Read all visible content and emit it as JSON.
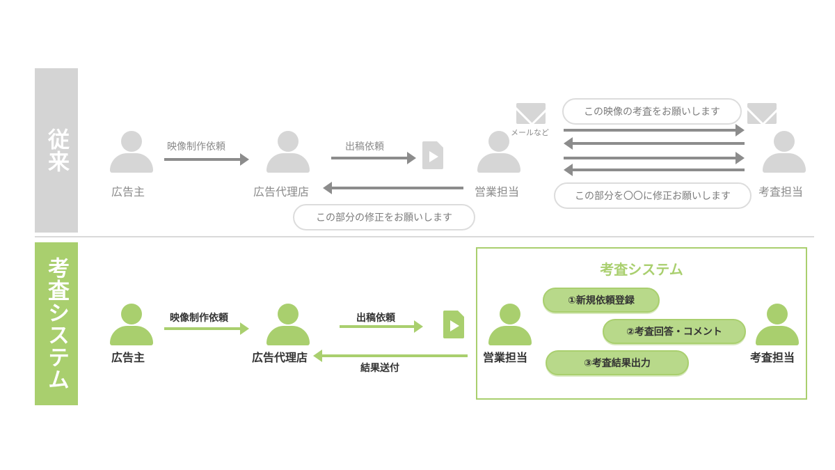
{
  "sections": {
    "conventional": {
      "label": "従来"
    },
    "system": {
      "label": "考査システム"
    }
  },
  "conventional": {
    "advertiser": "広告主",
    "agency": "広告代理店",
    "sales": "営業担当",
    "reviewer": "考査担当",
    "arrow_video_request": "映像制作依頼",
    "arrow_submission_request": "出稿依頼",
    "mail_caption": "メールなど",
    "bubble_request_review": "この映像の考査をお願いします",
    "bubble_request_fix_reviewer": "この部分を〇〇に修正お願いします",
    "bubble_request_fix_agency": "この部分の修正をお願いします"
  },
  "system": {
    "advertiser": "広告主",
    "agency": "広告代理店",
    "sales": "営業担当",
    "reviewer": "考査担当",
    "arrow_video_request": "映像制作依頼",
    "arrow_submission_request": "出稿依頼",
    "arrow_result": "結果送付",
    "box_title": "考査システム",
    "step1": "①新規依頼登録",
    "step2": "②考査回答・コメント",
    "step3": "③考査結果出力"
  },
  "colors": {
    "green": "#a9cf6e",
    "gray": "#d4d4d4",
    "arrow_gray": "#8c8c8c"
  }
}
